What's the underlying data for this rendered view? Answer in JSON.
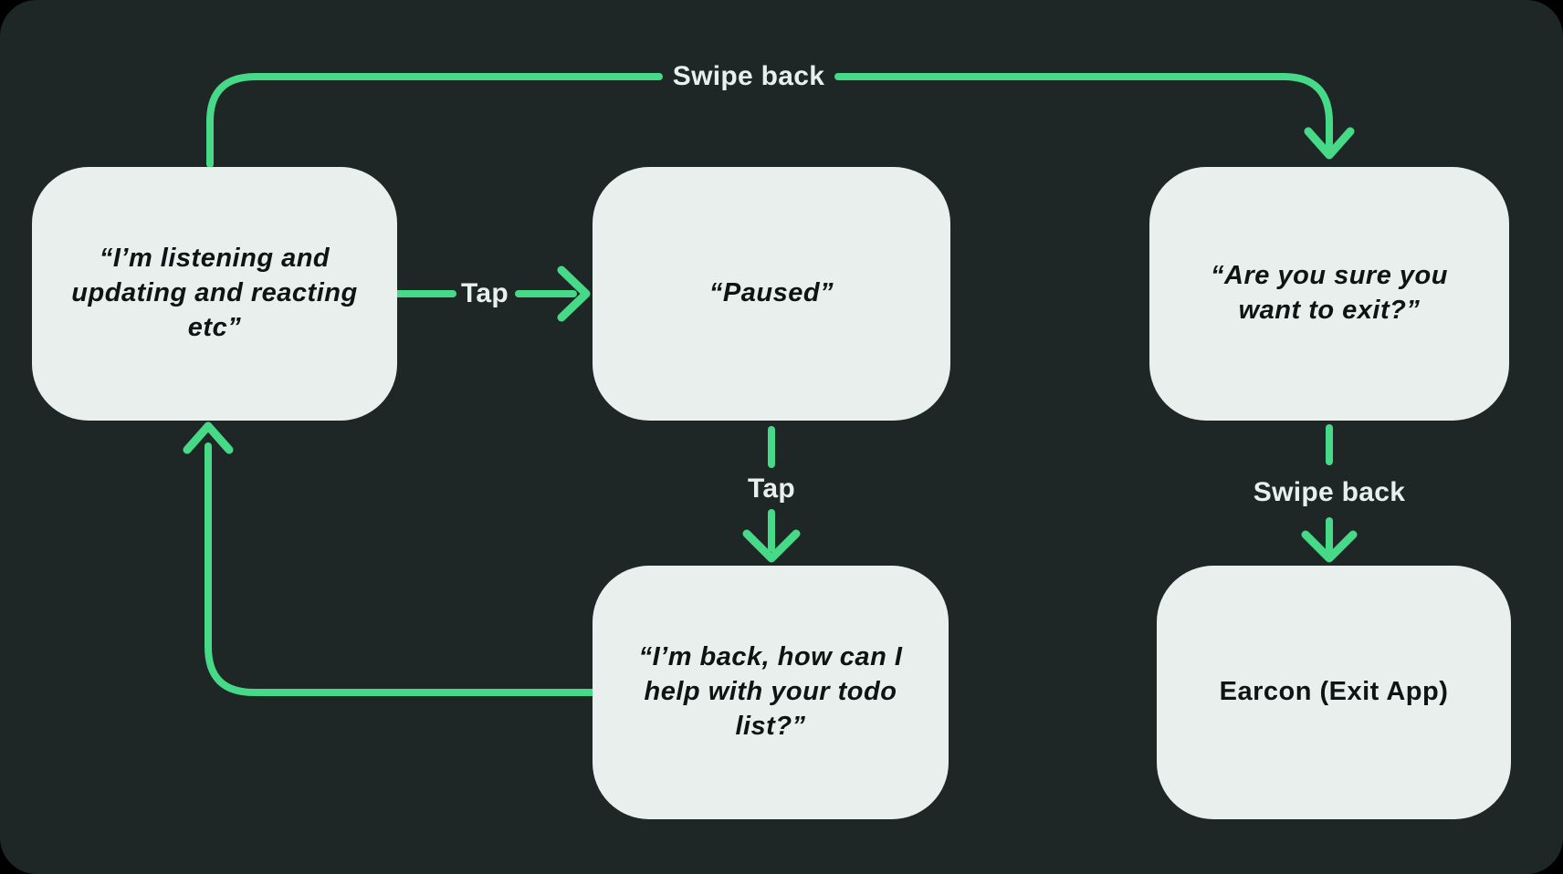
{
  "diagram": {
    "nodes": {
      "listening": {
        "text": "“I’m listening and updating and reacting etc”"
      },
      "paused": {
        "text": "“Paused”"
      },
      "exit_confirm": {
        "text": "“Are you sure you want to exit?”"
      },
      "back_help": {
        "text": "“I’m back, how can I help with your todo list?”"
      },
      "earcon": {
        "text": "Earcon (Exit App)"
      }
    },
    "edge_labels": {
      "swipe_back_top": "Swipe back",
      "tap_horizontal": "Tap",
      "tap_vertical": "Tap",
      "swipe_back_vertical": "Swipe back"
    },
    "colors": {
      "page": "#000000",
      "background": "#1f2726",
      "node_fill": "#e8efec",
      "node_text": "#0d1413",
      "label_text": "#e8efec",
      "accent": "#46d988"
    }
  }
}
